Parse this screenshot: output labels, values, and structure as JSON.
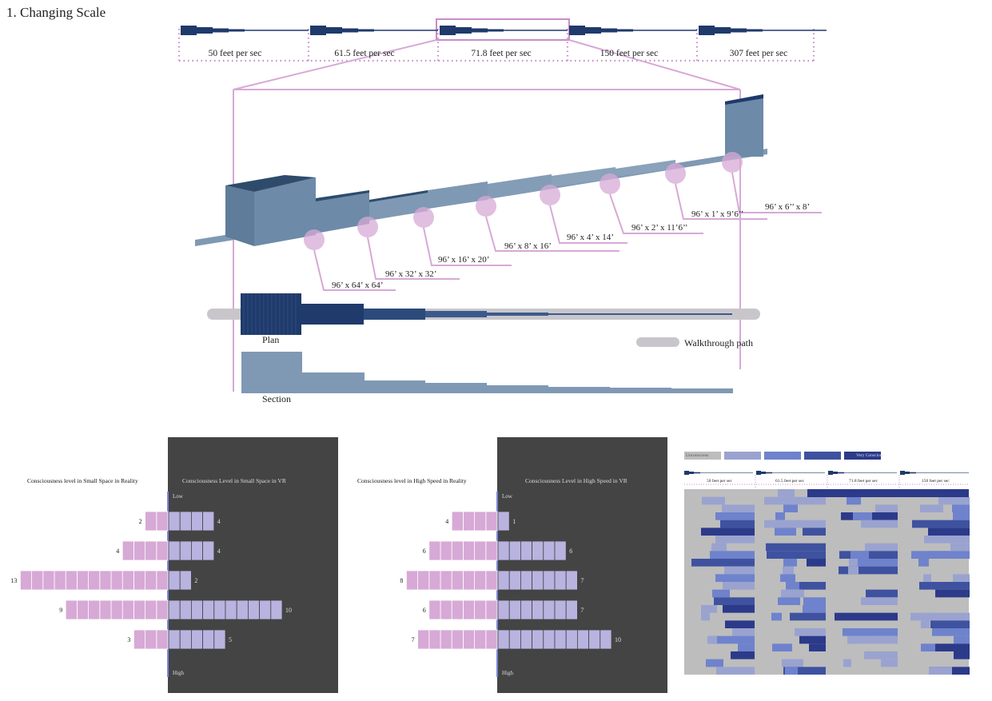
{
  "title": "1. Changing Scale",
  "speeds": [
    "50 feet per sec",
    "61.5 feet per sec",
    "71.8 feet per sec",
    "150 feet per sec",
    "307 feet per sec"
  ],
  "dimensions": [
    "96’ x 64’ x 64’",
    "96’ x 32’ x 32’",
    "96’ x 16’ x 20’",
    "96’ x 8’ x 16’",
    "96’ x 4’ x 14’",
    "96’ x 2’ x 11’6’’",
    "96’ x 1’ x 9’6’’",
    "96’ x 6’’ x 8’"
  ],
  "plan_label": "Plan",
  "section_label": "Section",
  "legend_walkthrough": "Walkthrough path",
  "colors": {
    "accent_pink": "#d7a9d6",
    "navy": "#1f3a6b",
    "steel": "#6d8aa8",
    "lavender": "#b9b3e0",
    "heatmap_gray": "#bdbdbd"
  },
  "chart_small": {
    "left_title": "Consciousness level in Small Space in Reality",
    "right_title": "Consciousness Level in Small Space in VR",
    "low": "Low",
    "high": "High",
    "reality": [
      2,
      4,
      13,
      9,
      3
    ],
    "vr": [
      4,
      4,
      2,
      10,
      5
    ]
  },
  "chart_speed": {
    "left_title": "Consciousness level in High Speed in Reality",
    "right_title": "Consciousness Level in High Speed in VR",
    "low": "Low",
    "high": "High",
    "reality": [
      4,
      6,
      8,
      6,
      7
    ],
    "vr": [
      1,
      6,
      7,
      7,
      10
    ]
  },
  "heatmap": {
    "legend_low": "Unconscious",
    "legend_high": "Very Conscious",
    "legend_colors": [
      "#bdbdbd",
      "#9aa3cf",
      "#6f82cc",
      "#3f52a0",
      "#2c3a8a"
    ],
    "columns": [
      "50 feet per sec",
      "61.5 feet per sec",
      "71.8 feet per sec",
      "150 feet per sec"
    ]
  }
}
